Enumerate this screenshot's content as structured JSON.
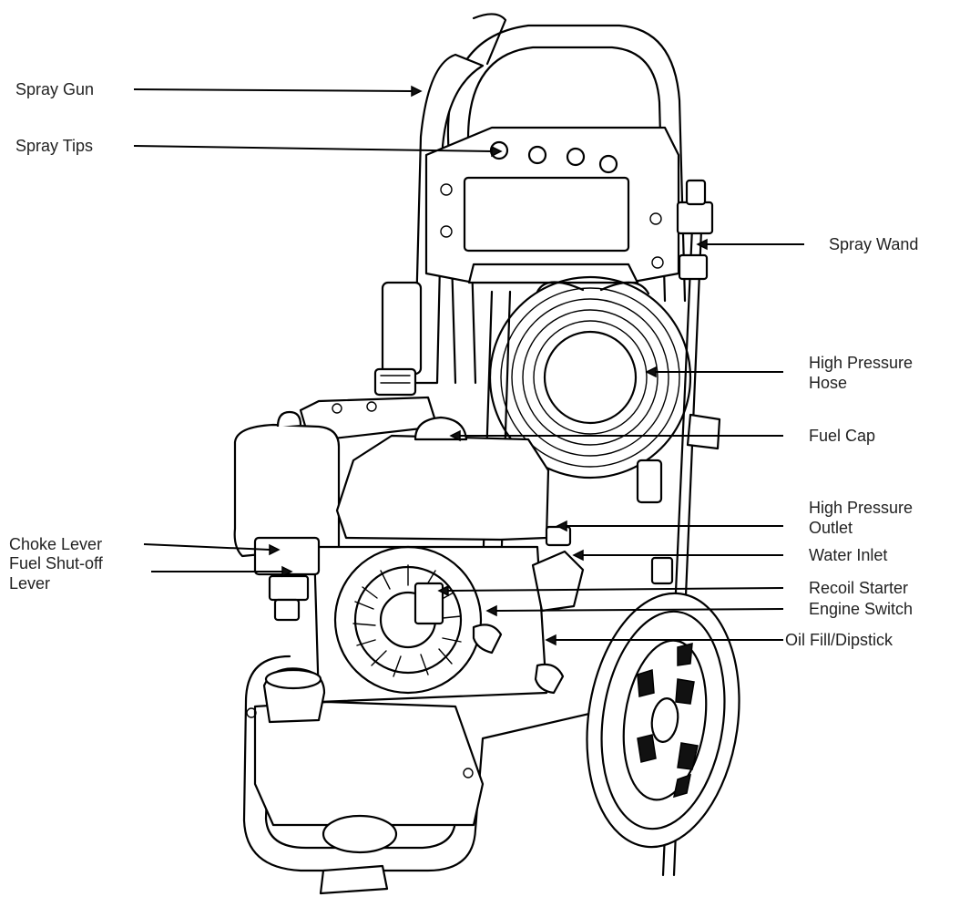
{
  "labels": {
    "spray_gun": "Spray Gun",
    "spray_tips": "Spray Tips",
    "spray_wand": "Spray Wand",
    "high_pressure_hose_1": "High Pressure",
    "high_pressure_hose_2": "Hose",
    "fuel_cap": "Fuel Cap",
    "high_pressure_outlet_1": "High Pressure",
    "high_pressure_outlet_2": "Outlet",
    "water_inlet": "Water Inlet",
    "choke_lever": "Choke Lever",
    "fuel_shutoff_1": "Fuel Shut-off",
    "fuel_shutoff_2": "Lever",
    "recoil_starter": "Recoil Starter",
    "engine_switch": "Engine Switch",
    "oil_fill": "Oil Fill/Dipstick"
  },
  "colors": {
    "line": "#000000",
    "text": "#222222",
    "background": "#ffffff"
  }
}
